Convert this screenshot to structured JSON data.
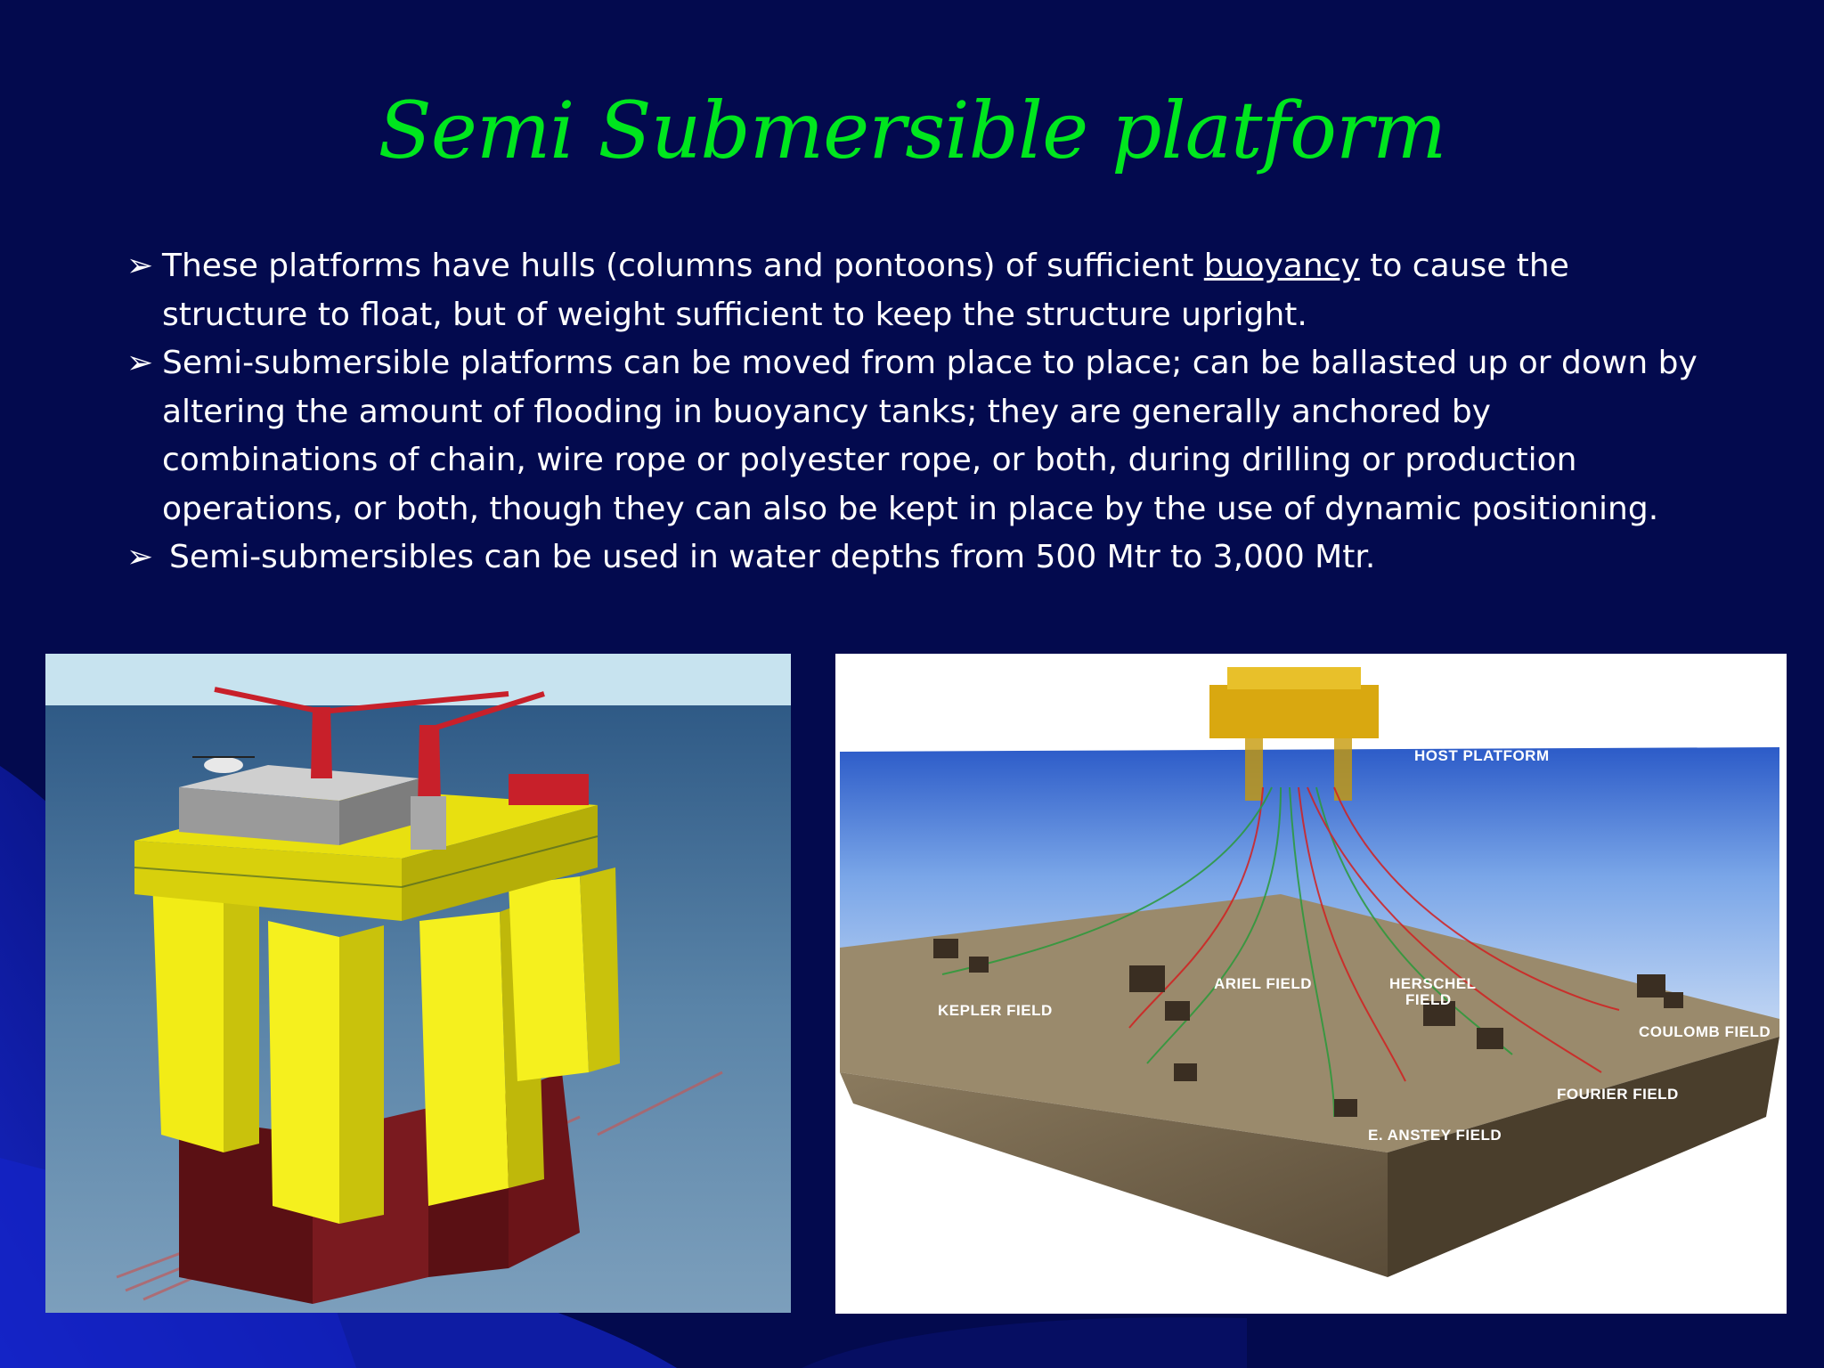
{
  "slide": {
    "title": "Semi Submersible platform",
    "bullet_glyph": "➢",
    "bullets": [
      {
        "before": "These platforms have hulls (columns and pontoons) of sufficient ",
        "link": "buoyancy",
        "after": " to cause the structure to float, but of weight sufficient to keep the structure upright."
      },
      {
        "text": "Semi-submersible platforms can be moved from place to place; can be ballasted up or down by altering the amount of flooding in buoyancy tanks; they are generally anchored by combinations of chain, wire rope or polyester rope, or both, during drilling or production operations, or both, though they can also be kept in place by the use of dynamic positioning."
      },
      {
        "text": "Semi-submersibles can be used in water depths from 500 Mtr to 3,000 Mtr."
      }
    ]
  },
  "diagram": {
    "labels": {
      "host": "HOST PLATFORM",
      "kepler": "KEPLER FIELD",
      "ariel": "ARIEL FIELD",
      "herschel_1": "HERSCHEL",
      "herschel_2": "FIELD",
      "coulomb": "COULOMB FIELD",
      "fourier": "FOURIER FIELD",
      "anstey": "E. ANSTEY FIELD"
    }
  },
  "colors": {
    "background": "#030a4e",
    "title": "#00e61e",
    "text": "#ffffff",
    "hull_yellow": "#f2ec16",
    "pontoon_maroon": "#6b1418",
    "derrick_red": "#c8202a"
  }
}
